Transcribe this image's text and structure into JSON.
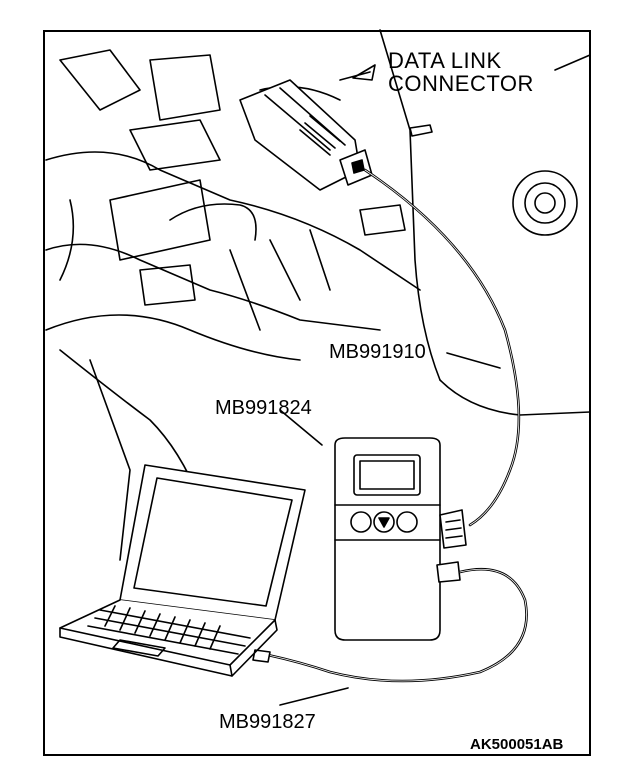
{
  "callouts": {
    "data_link_connector_line1": "DATA LINK",
    "data_link_connector_line2": "CONNECTOR",
    "cable_mb991910": "MB991910",
    "tool_mb991824": "MB991824",
    "cable_mb991827": "MB991827"
  },
  "figure_code": "AK500051AB",
  "colors": {
    "ink": "#000000",
    "paper": "#ffffff"
  }
}
